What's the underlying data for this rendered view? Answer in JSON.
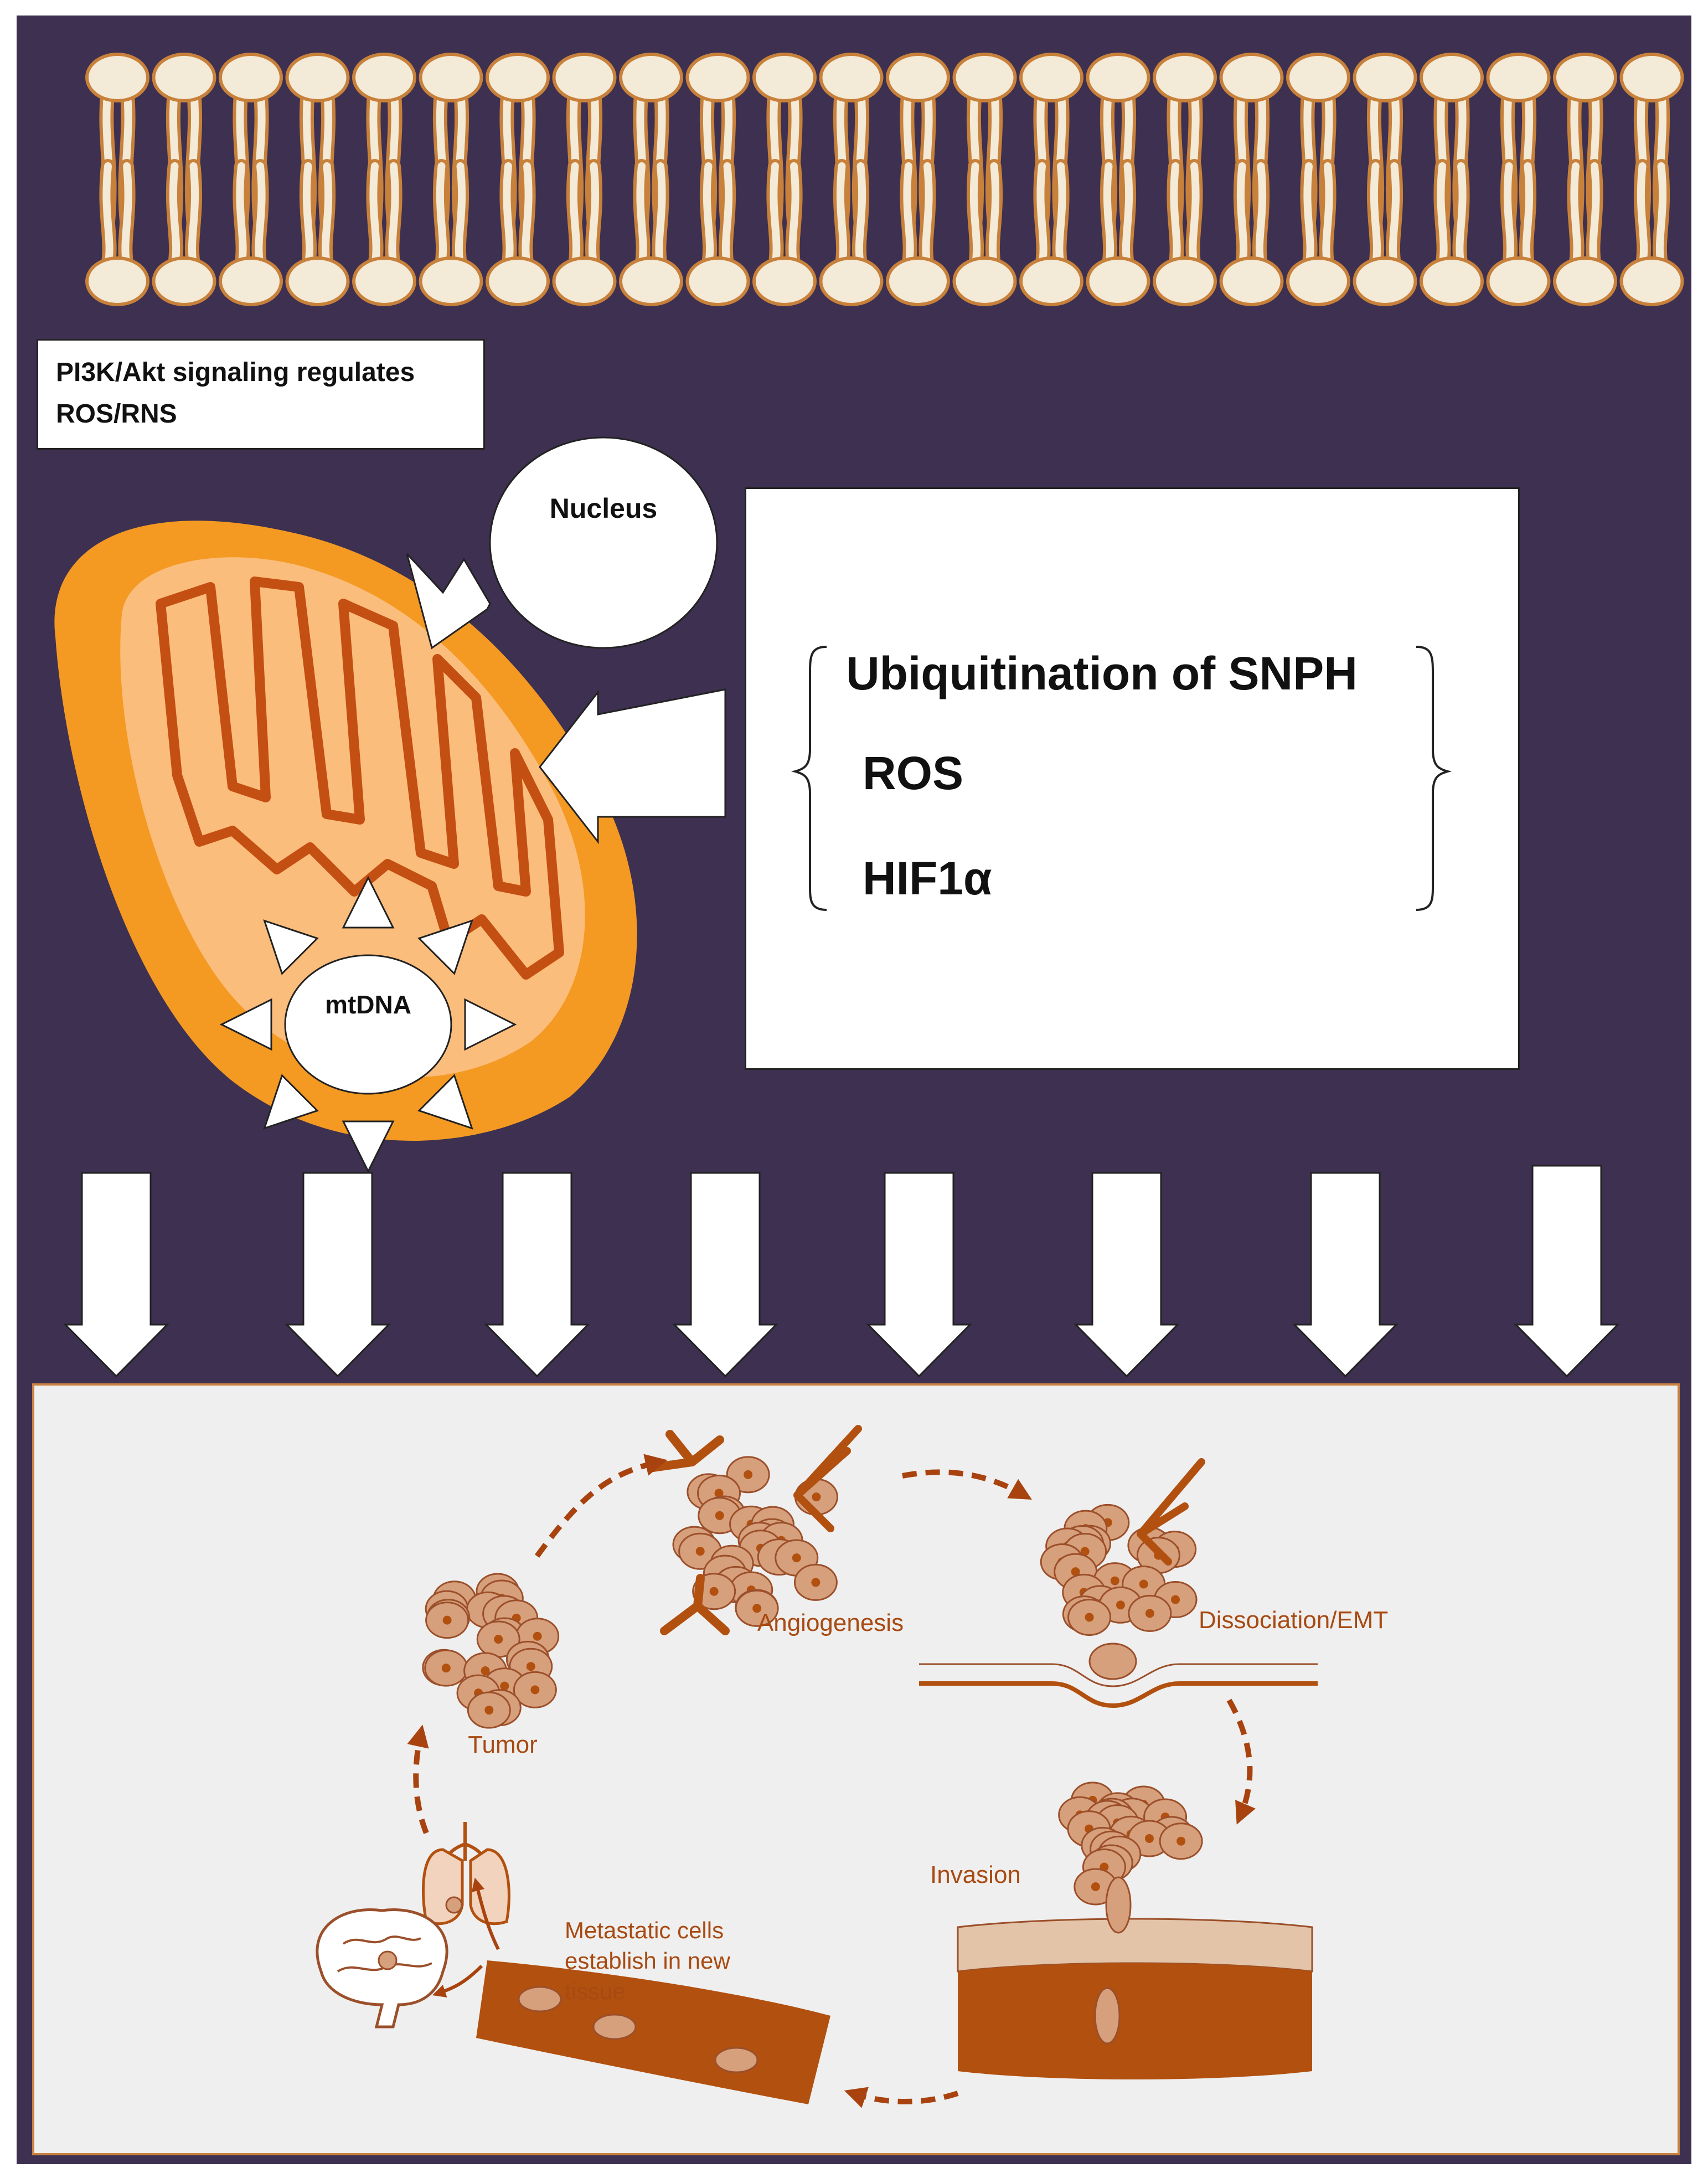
{
  "signaling_box": {
    "line1": "PI3K/Akt signaling regulates",
    "line2": "ROS/RNS"
  },
  "factors_box": {
    "items": [
      "Ubiquitination of SNPH",
      "ROS",
      "HIF1α"
    ]
  },
  "organelles": {
    "nucleus_label": "Nucleus",
    "mtdna_label": "mtDNA"
  },
  "metastasis_cycle": {
    "angiogenesis": "Angiogenesis",
    "dissociation": "Dissociation/EMT",
    "tumor": "Tumor",
    "invasion": "Invasion",
    "metastatic_line1": "Metastatic cells",
    "metastatic_line2": "establish in new",
    "metastatic_line3": "tissue"
  },
  "colors": {
    "background": "#3d3050",
    "membrane_fill": "#f4ead8",
    "membrane_stroke": "#c8813a",
    "mito_outer": "#f49a22",
    "mito_inner": "#fbbd7c",
    "cristae": "#c44f12",
    "cell_fill": "#d7a07c",
    "vessel": "#b2500f",
    "panel": "#efefef"
  }
}
